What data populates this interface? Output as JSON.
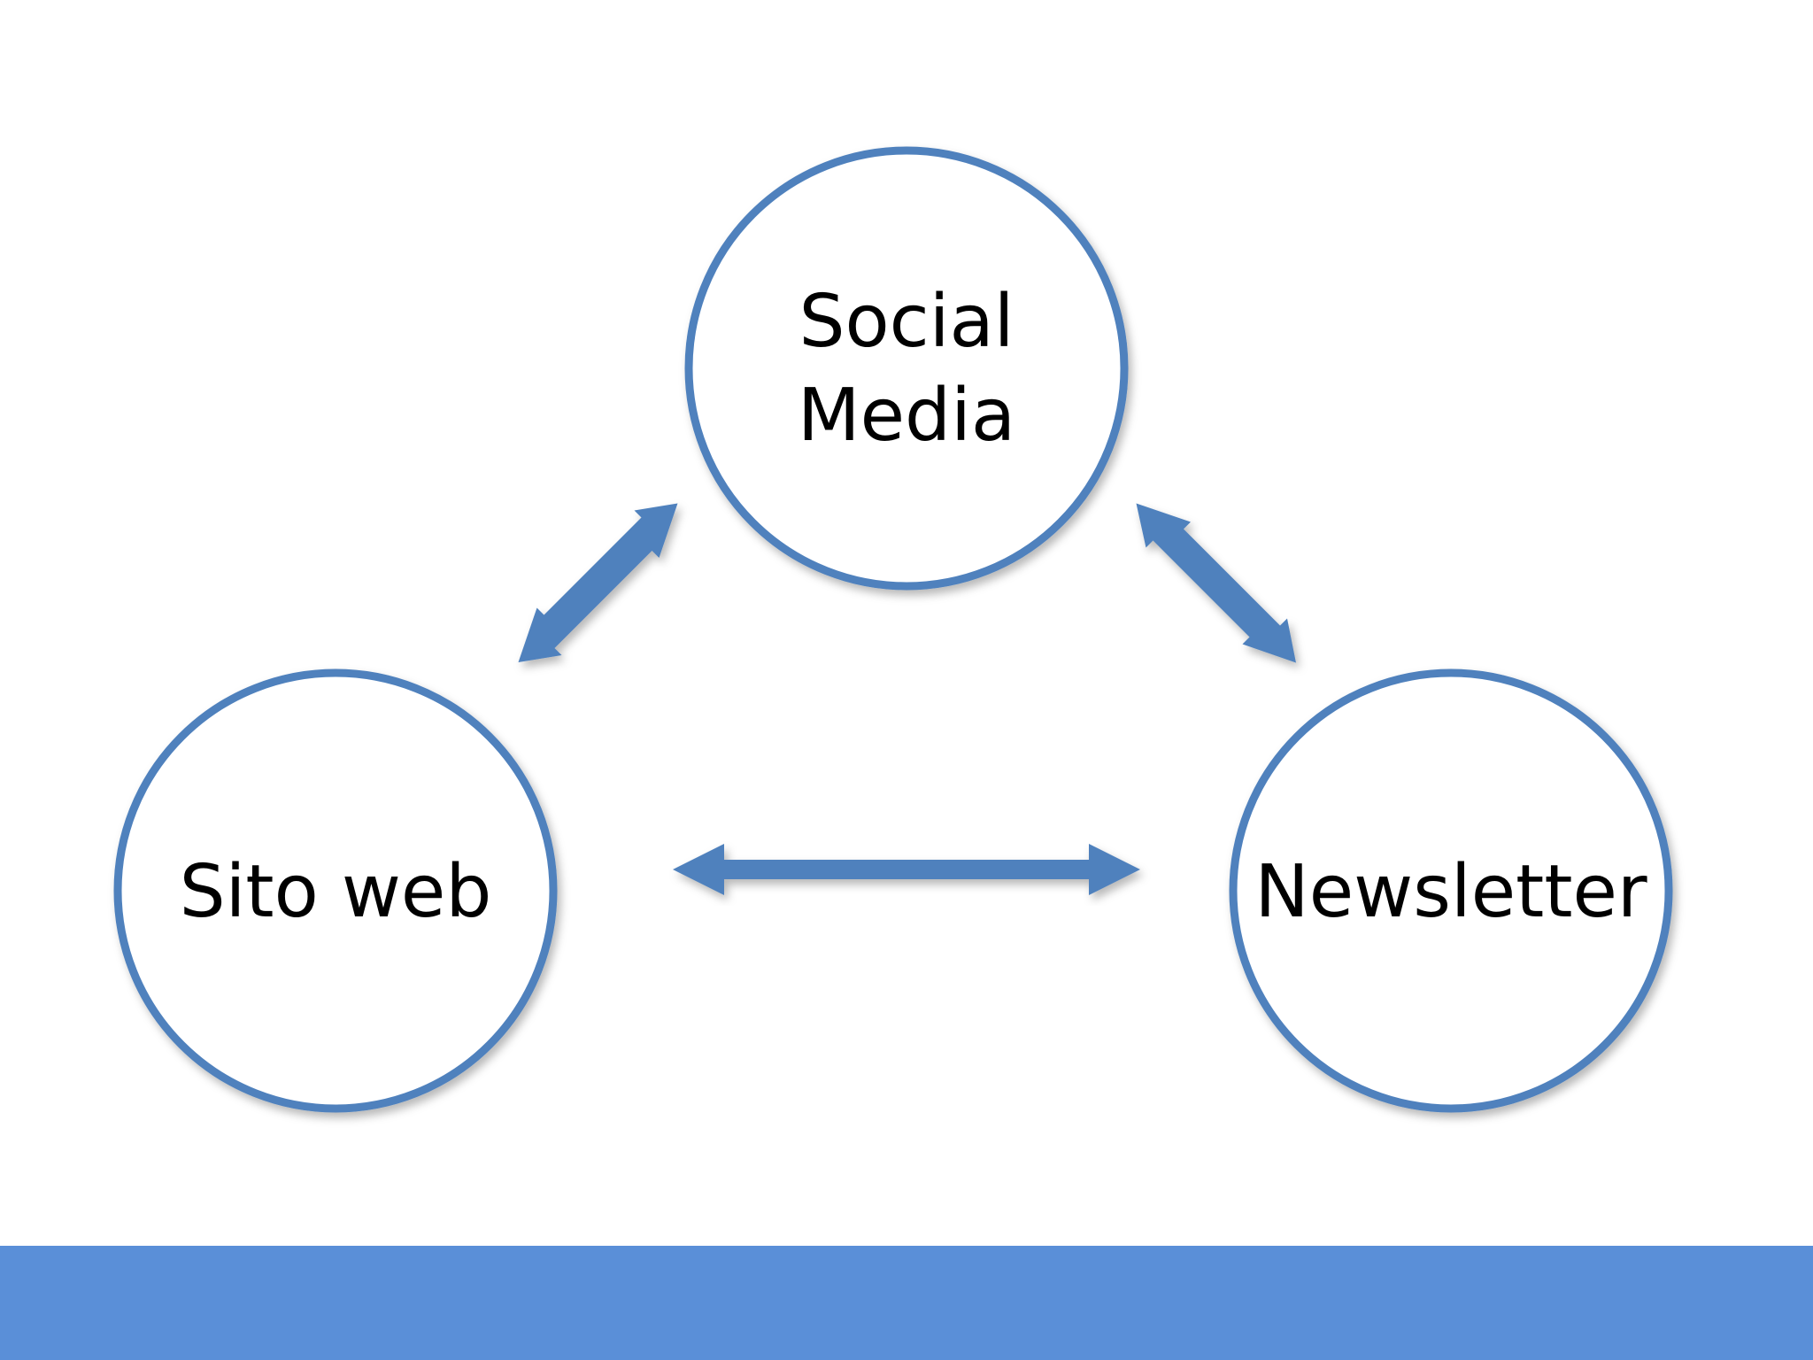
{
  "diagram": {
    "nodes": [
      {
        "id": "social",
        "lines": [
          "Social",
          "Media"
        ]
      },
      {
        "id": "sito",
        "lines": [
          "Sito web"
        ]
      },
      {
        "id": "newsletter",
        "lines": [
          "Newsletter"
        ]
      }
    ],
    "connections": [
      {
        "from": "social",
        "to": "sito",
        "direction": "both"
      },
      {
        "from": "social",
        "to": "newsletter",
        "direction": "both"
      },
      {
        "from": "sito",
        "to": "newsletter",
        "direction": "both"
      }
    ]
  },
  "colors": {
    "accent": "#4f81bd",
    "band": "#5a8fd8",
    "node_fill": "#ffffff",
    "text": "#000000"
  }
}
